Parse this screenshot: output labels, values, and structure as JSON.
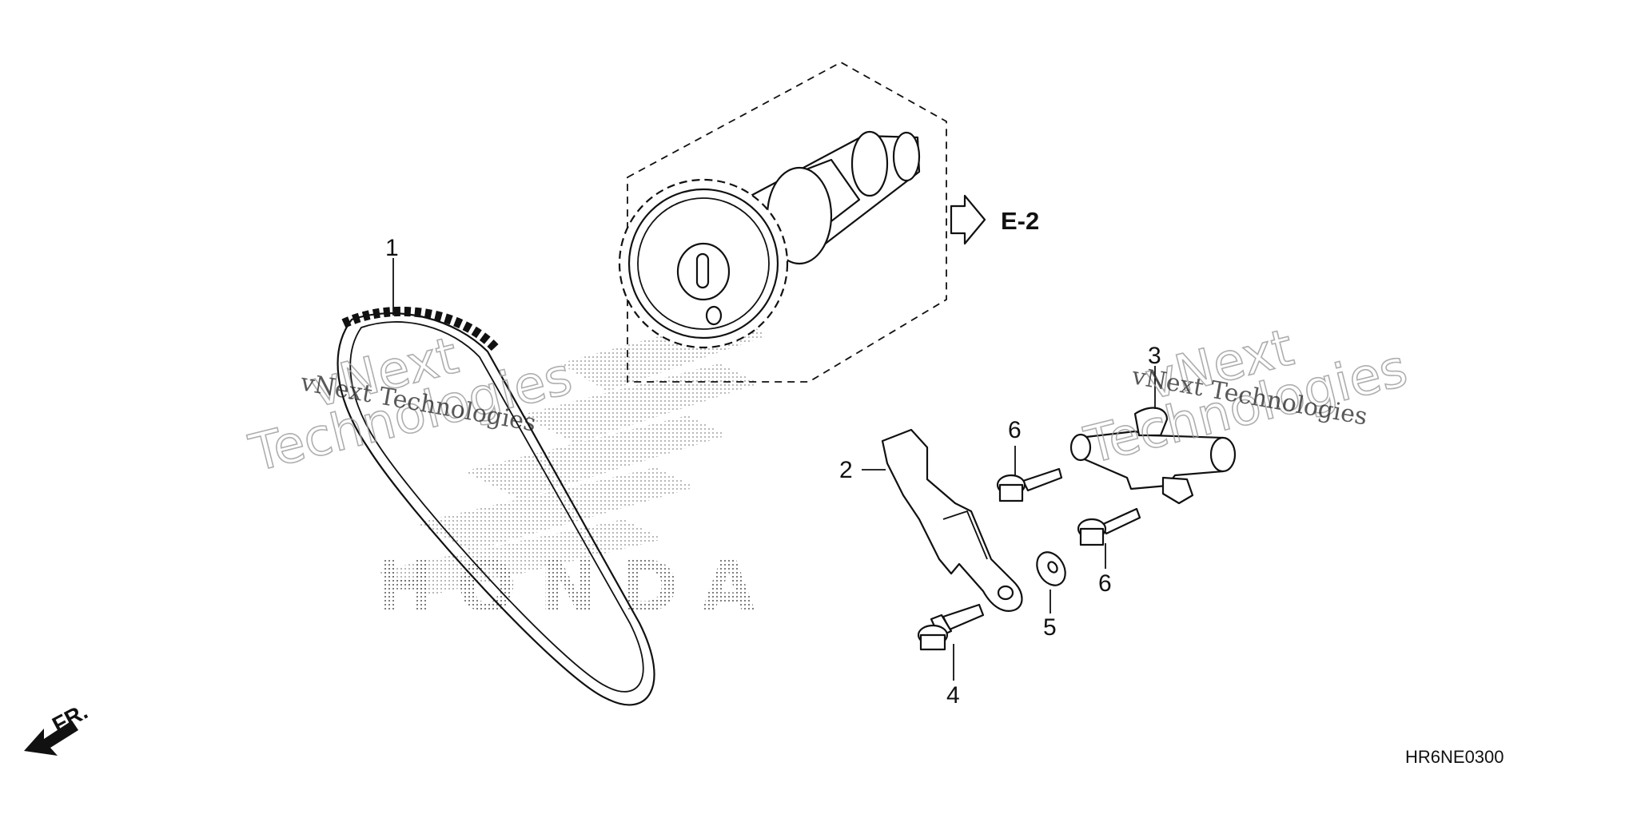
{
  "diagram": {
    "callouts": [
      "1",
      "2",
      "3",
      "4",
      "5",
      "6",
      "6"
    ],
    "reference_label": "E-2",
    "front_label": "FR.",
    "diagram_code": "HR6NE0300"
  },
  "watermarks": {
    "serif_text": "vNext Technologies",
    "outline_line1": "vNext",
    "outline_line2": "Technologies",
    "brand_text": "HONDA"
  }
}
